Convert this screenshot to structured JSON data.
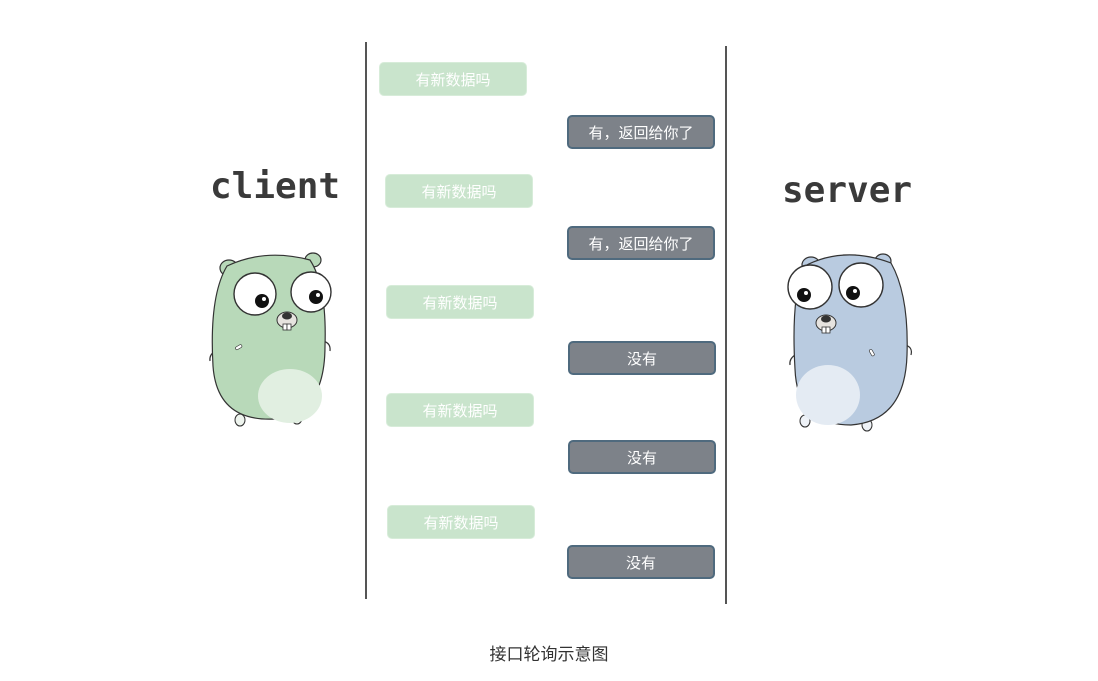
{
  "actors": {
    "client": "client",
    "server": "server"
  },
  "messages": [
    {
      "type": "request",
      "text": "有新数据吗"
    },
    {
      "type": "response",
      "text": "有，返回给你了"
    },
    {
      "type": "request",
      "text": "有新数据吗"
    },
    {
      "type": "response",
      "text": "有，返回给你了"
    },
    {
      "type": "request",
      "text": "有新数据吗"
    },
    {
      "type": "response",
      "text": "没有"
    },
    {
      "type": "request",
      "text": "有新数据吗"
    },
    {
      "type": "response",
      "text": "没有"
    },
    {
      "type": "request",
      "text": "有新数据吗"
    },
    {
      "type": "response",
      "text": "没有"
    }
  ],
  "caption": "接口轮询示意图",
  "colors": {
    "client_gopher": "#b8d9b9",
    "server_gopher": "#b9cbe0",
    "request_box": "#c9e4cc",
    "response_box": "#7d8289",
    "response_border": "#4f6a7e"
  },
  "icons": {
    "client": "gopher-icon",
    "server": "gopher-icon"
  }
}
